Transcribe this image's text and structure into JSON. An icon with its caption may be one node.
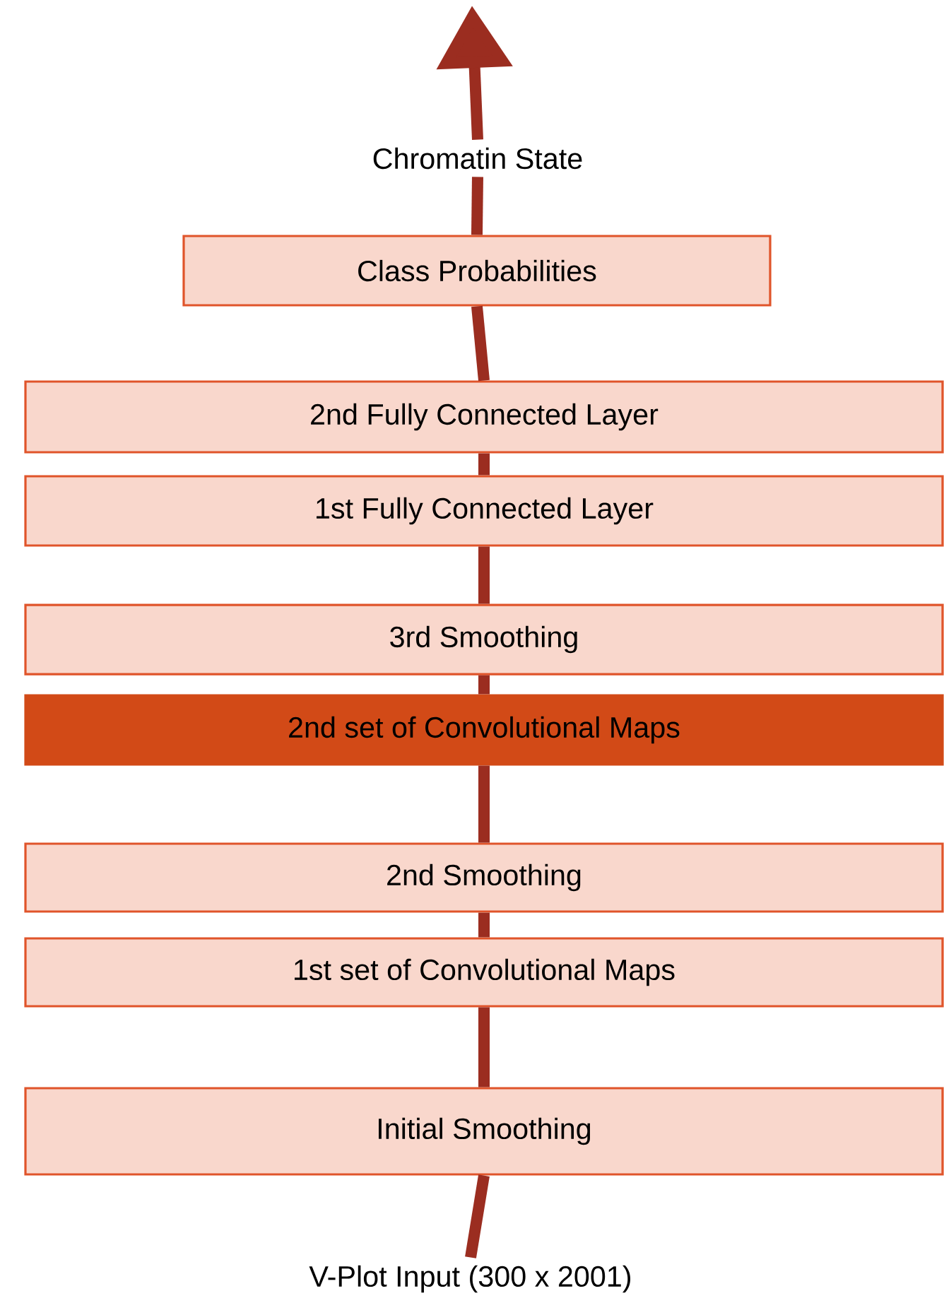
{
  "diagram": {
    "nodes": [
      {
        "text": [
          "Chromatin State"
        ]
      },
      {
        "text": [
          "Class Probabilities"
        ]
      },
      {
        "text": [
          "2nd Fully Connected Layer"
        ]
      },
      {
        "text": [
          "1st Fully Connected Layer"
        ]
      },
      {
        "text": [
          "3rd Smoothing"
        ]
      },
      {
        "text": [
          "2nd set of Convolutional Maps"
        ]
      },
      {
        "text": [
          "2nd Smoothing"
        ]
      },
      {
        "text": [
          "1st set of Convolutional Maps"
        ]
      },
      {
        "text": [
          "Initial Smoothing"
        ]
      },
      {
        "text": [
          "V-Plot Input (300 x 2001)"
        ]
      }
    ],
    "edges": [
      {
        "from": 9,
        "to": 8,
        "arrow": "none"
      },
      {
        "from": 8,
        "to": 7,
        "arrow": "none"
      },
      {
        "from": 7,
        "to": 6,
        "arrow": "none"
      },
      {
        "from": 6,
        "to": 5,
        "arrow": "none"
      },
      {
        "from": 5,
        "to": 4,
        "arrow": "none"
      },
      {
        "from": 4,
        "to": 3,
        "arrow": "none"
      },
      {
        "from": 3,
        "to": 2,
        "arrow": "none"
      },
      {
        "from": 2,
        "to": 1,
        "arrow": "none"
      },
      {
        "from": 1,
        "to": 0,
        "arrow": "none"
      },
      {
        "from": 0,
        "to": null,
        "arrow": "to"
      }
    ]
  }
}
